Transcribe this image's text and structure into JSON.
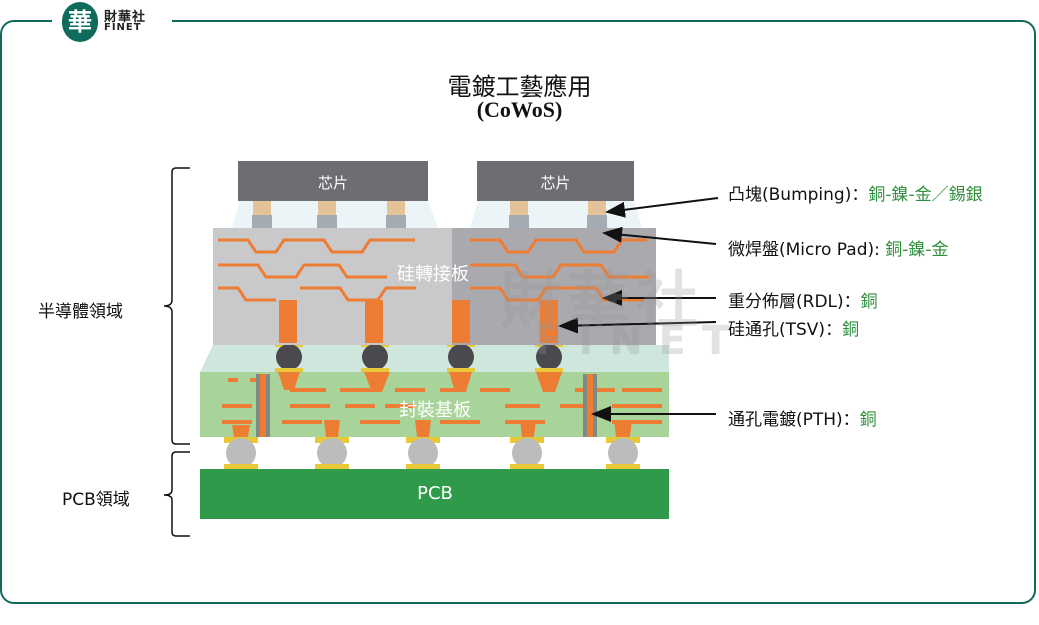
{
  "logo": {
    "char": "華",
    "name_cn": "財華社",
    "name_en": "FINET"
  },
  "title": "電鍍工藝應用",
  "subtitle": "(CoWoS)",
  "watermark": {
    "cn": "財華社",
    "en": "FINET"
  },
  "layers": {
    "chip_left": "芯片",
    "chip_right": "芯片",
    "interposer": "硅轉接板",
    "substrate": "封裝基板",
    "pcb": "PCB"
  },
  "regions": {
    "semiconductor": "半導體領域",
    "pcb": "PCB領域"
  },
  "callouts": [
    {
      "label": "凸塊(Bumping)：",
      "value": "銅-鎳-金／錫銀"
    },
    {
      "label": "微焊盤(Micro Pad): ",
      "value": "銅-鎳-金"
    },
    {
      "label": "重分佈層(RDL)：",
      "value": "銅"
    },
    {
      "label": "硅通孔(TSV)：",
      "value": "銅"
    },
    {
      "label": "通孔電鍍(PTH)：",
      "value": "銅"
    }
  ],
  "colors": {
    "brand": "#0f6b5b",
    "chip": "#6d6d72",
    "interposer": "#c9c9cc",
    "substrate": "#a8d49a",
    "pcb": "#2f9a4a",
    "copper": "#ee7d34",
    "value_text": "#2f8f3c"
  }
}
